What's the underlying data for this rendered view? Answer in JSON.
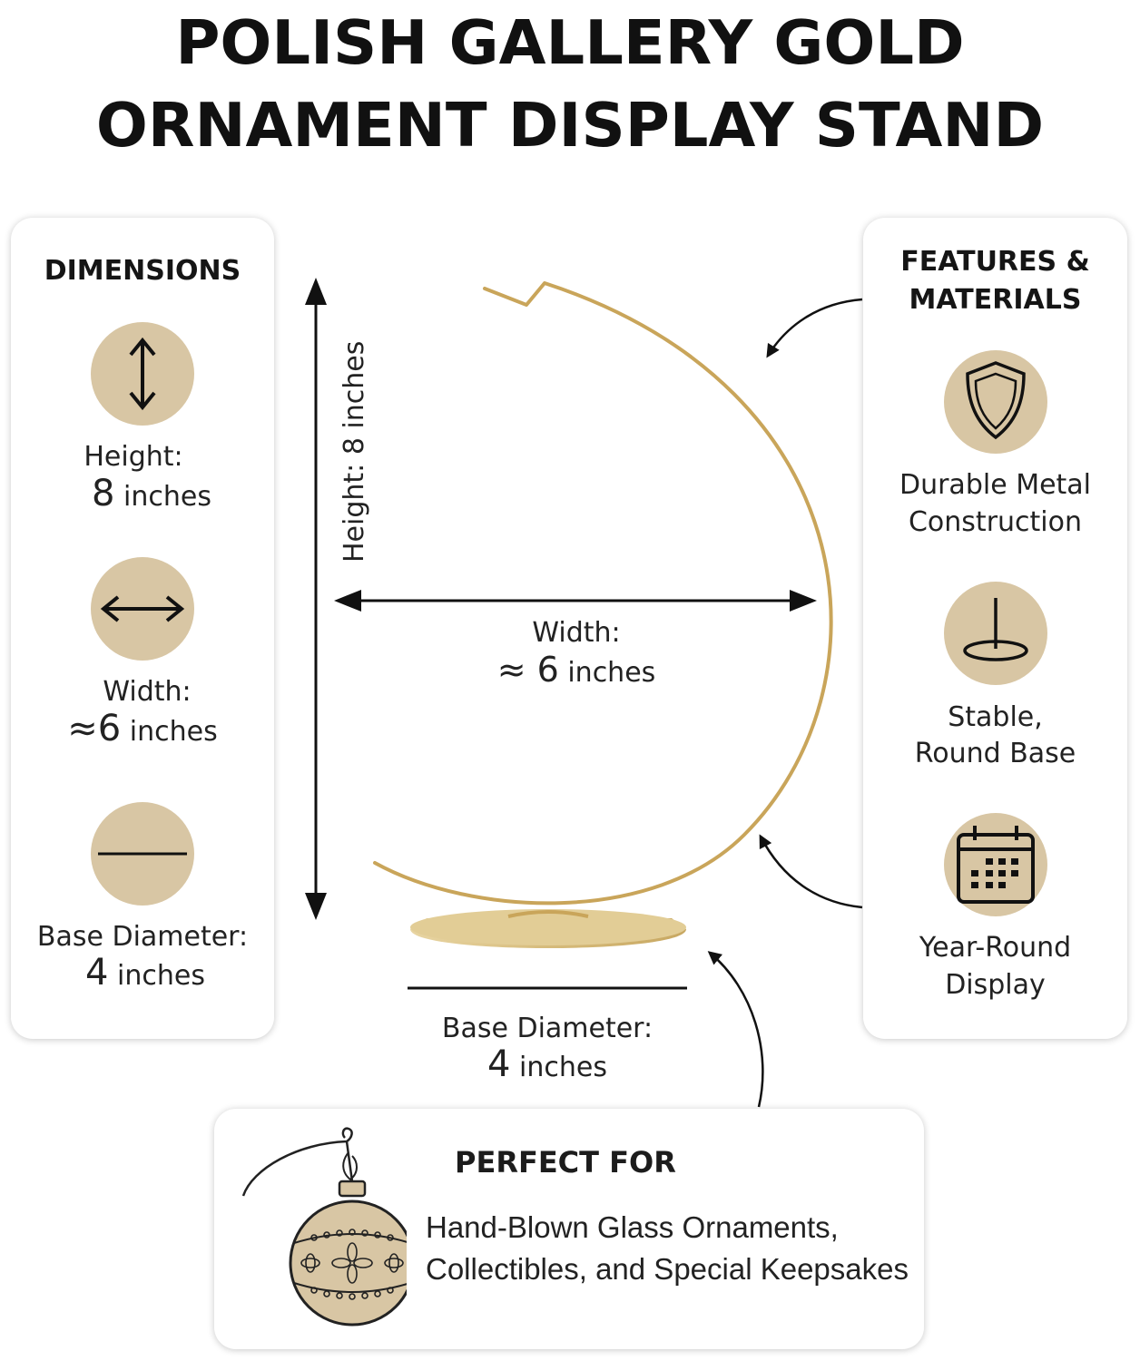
{
  "title": {
    "line1": "POLISH GALLERY GOLD",
    "line2": "ORNAMENT DISPLAY STAND"
  },
  "dimensions_panel": {
    "heading": "DIMENSIONS",
    "items": [
      {
        "icon": "vertical-arrow-icon",
        "label": "Height:",
        "value": "8",
        "unit": "inches",
        "prefix": ""
      },
      {
        "icon": "horizontal-arrow-icon",
        "label": "Width:",
        "value": "6",
        "unit": "inches",
        "prefix": "≈"
      },
      {
        "icon": "horizontal-line-icon",
        "label": "Base Diameter:",
        "value": "4",
        "unit": "inches",
        "prefix": ""
      }
    ]
  },
  "features_panel": {
    "heading_line1": "FEATURES &",
    "heading_line2": "MATERIALS",
    "items": [
      {
        "icon": "shield-icon",
        "line1": "Durable Metal",
        "line2": "Construction"
      },
      {
        "icon": "round-base-icon",
        "line1": "Stable,",
        "line2": "Round Base"
      },
      {
        "icon": "calendar-icon",
        "line1": "Year-Round",
        "line2": "Display"
      }
    ]
  },
  "diagram": {
    "height_label": "Height: 8 inches",
    "width_label": "Width:",
    "width_value": "≈ 6",
    "width_unit": "inches",
    "base_label": "Base Diameter:",
    "base_value": "4",
    "base_unit": "inches"
  },
  "perfect_for": {
    "heading": "PERFECT FOR",
    "line1": "Hand-Blown Glass Ornaments,",
    "line2": "Collectibles, and Special Keepsakes"
  },
  "colors": {
    "gold": "#c9a55a",
    "icon_bg": "#d8c6a4"
  }
}
